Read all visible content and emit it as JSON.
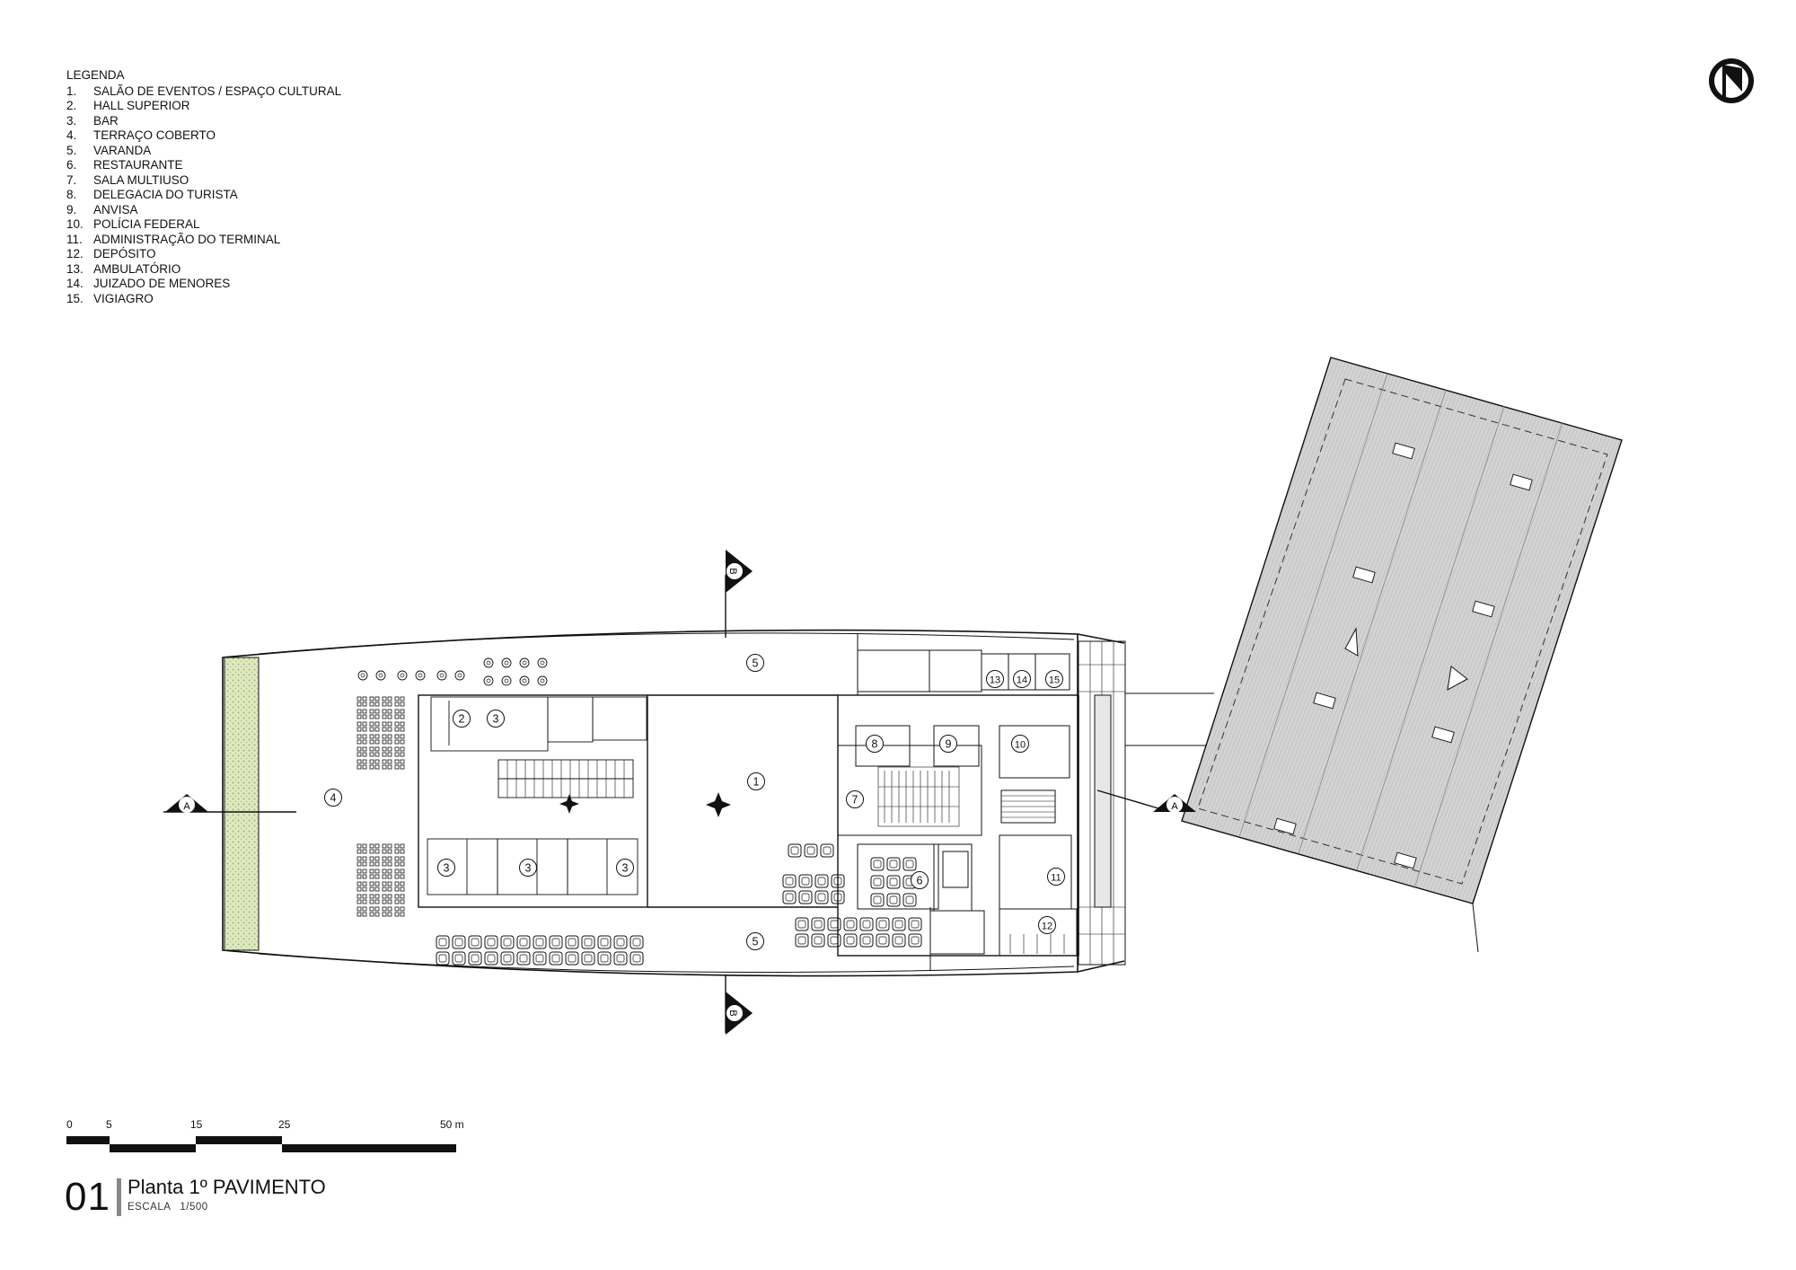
{
  "legend": {
    "title": "LEGENDA",
    "items": [
      {
        "num": "1.",
        "label": "SALÃO DE EVENTOS / ESPAÇO CULTURAL"
      },
      {
        "num": "2.",
        "label": "HALL SUPERIOR"
      },
      {
        "num": "3.",
        "label": "BAR"
      },
      {
        "num": "4.",
        "label": "TERRAÇO COBERTO"
      },
      {
        "num": "5.",
        "label": "VARANDA"
      },
      {
        "num": "6.",
        "label": "RESTAURANTE"
      },
      {
        "num": "7.",
        "label": "SALA MULTIUSO"
      },
      {
        "num": "8.",
        "label": "DELEGACIA DO TURISTA"
      },
      {
        "num": "9.",
        "label": "ANVISA"
      },
      {
        "num": "10.",
        "label": "POLÍCIA FEDERAL"
      },
      {
        "num": "11.",
        "label": "ADMINISTRAÇÃO DO TERMINAL"
      },
      {
        "num": "12.",
        "label": "DEPÓSITO"
      },
      {
        "num": "13.",
        "label": "AMBULATÓRIO"
      },
      {
        "num": "14.",
        "label": "JUIZADO DE MENORES"
      },
      {
        "num": "15.",
        "label": "VIGIAGRO"
      }
    ]
  },
  "room_tags": {
    "r1": "1",
    "r2": "2",
    "r3": "3",
    "r4": "4",
    "r5": "5",
    "r6": "6",
    "r7": "7",
    "r8": "8",
    "r9": "9",
    "r10": "10",
    "r11": "11",
    "r12": "12",
    "r13": "13",
    "r14": "14",
    "r15": "15"
  },
  "section_markers": {
    "a": "A",
    "b": "B"
  },
  "scalebar": {
    "ticks": [
      "0",
      "5",
      "15",
      "25",
      "50 m"
    ]
  },
  "title_block": {
    "number": "01",
    "title": "Planta 1º PAVIMENTO",
    "scale_label": "ESCALA",
    "scale_value": "1/500"
  },
  "colors": {
    "line": "#111111",
    "green_strip": "#c9d9a4",
    "roof": "#cfcfcf"
  },
  "icons": {
    "north": "north-arrow-icon"
  }
}
